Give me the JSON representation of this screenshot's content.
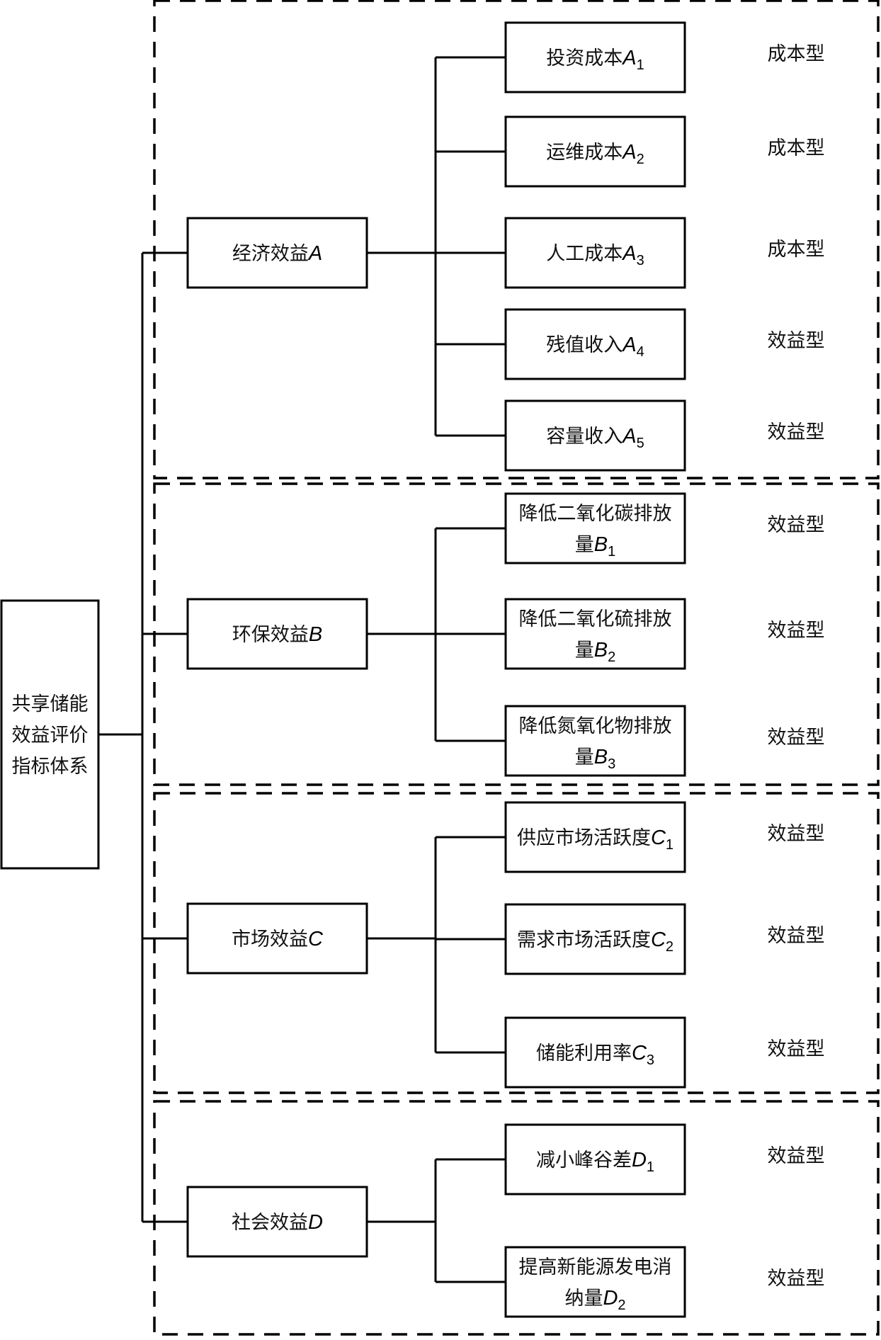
{
  "diagram": {
    "root": {
      "lines": [
        "共享储能",
        "效益评价",
        "指标体系"
      ]
    },
    "categories": [
      {
        "id": "A",
        "label": "经济效益",
        "symbol": "A",
        "indicators": [
          {
            "lines": [
              "投资成本"
            ],
            "symbol": "A",
            "sub": "1",
            "type": "成本型"
          },
          {
            "lines": [
              "运维成本"
            ],
            "symbol": "A",
            "sub": "2",
            "type": "成本型"
          },
          {
            "lines": [
              "人工成本"
            ],
            "symbol": "A",
            "sub": "3",
            "type": "成本型"
          },
          {
            "lines": [
              "残值收入"
            ],
            "symbol": "A",
            "sub": "4",
            "type": "效益型"
          },
          {
            "lines": [
              "容量收入"
            ],
            "symbol": "A",
            "sub": "5",
            "type": "效益型"
          }
        ]
      },
      {
        "id": "B",
        "label": "环保效益",
        "symbol": "B",
        "indicators": [
          {
            "lines": [
              "降低二氧化碳排放",
              "量"
            ],
            "symbol": "B",
            "sub": "1",
            "type": "效益型"
          },
          {
            "lines": [
              "降低二氧化硫排放",
              "量"
            ],
            "symbol": "B",
            "sub": "2",
            "type": "效益型"
          },
          {
            "lines": [
              "降低氮氧化物排放",
              "量"
            ],
            "symbol": "B",
            "sub": "3",
            "type": "效益型"
          }
        ]
      },
      {
        "id": "C",
        "label": "市场效益",
        "symbol": "C",
        "indicators": [
          {
            "lines": [
              "供应市场活跃度"
            ],
            "symbol": "C",
            "sub": "1",
            "type": "效益型"
          },
          {
            "lines": [
              "需求市场活跃度"
            ],
            "symbol": "C",
            "sub": "2",
            "type": "效益型"
          },
          {
            "lines": [
              "储能利用率"
            ],
            "symbol": "C",
            "sub": "3",
            "type": "效益型"
          }
        ]
      },
      {
        "id": "D",
        "label": "社会效益",
        "symbol": "D",
        "indicators": [
          {
            "lines": [
              "减小峰谷差"
            ],
            "symbol": "D",
            "sub": "1",
            "type": "效益型"
          },
          {
            "lines": [
              "提高新能源发电消",
              "纳量"
            ],
            "symbol": "D",
            "sub": "2",
            "type": "效益型"
          }
        ]
      }
    ]
  }
}
